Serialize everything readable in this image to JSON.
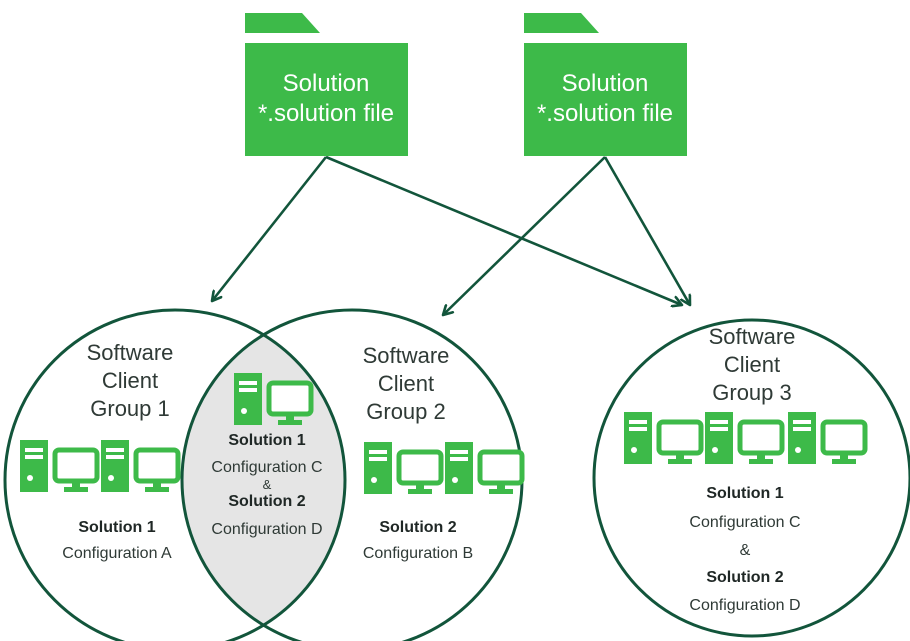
{
  "colors": {
    "green": "#3dba49",
    "dark_green": "#12553b",
    "intersection_fill": "#e5e5e5",
    "text": "#2f3a36"
  },
  "folders": [
    {
      "name": "Solution",
      "file": "*.solution file",
      "icon": "folder-icon"
    },
    {
      "name": "Solution",
      "file": "*.solution file",
      "icon": "folder-icon"
    }
  ],
  "groups": [
    {
      "title": [
        "Software",
        "Client",
        "Group 1"
      ],
      "solution": "Solution 1",
      "configuration": "Configuration A",
      "computer_icons": 2
    },
    {
      "title": [
        "Software",
        "Client",
        "Group 2"
      ],
      "solution": "Solution 2",
      "configuration": "Configuration B",
      "computer_icons": 2
    },
    {
      "title": [
        "Software",
        "Client",
        "Group 3"
      ],
      "solutions": [
        {
          "name": "Solution 1",
          "configuration": "Configuration C"
        },
        {
          "name": "Solution 2",
          "configuration": "Configuration D"
        }
      ],
      "separator": "&",
      "computer_icons": 3
    }
  ],
  "overlap": {
    "solutions": [
      {
        "name": "Solution 1",
        "configuration": "Configuration C"
      },
      {
        "name": "Solution 2",
        "configuration": "Configuration D"
      }
    ],
    "separator": "&",
    "computer_icons": 1
  }
}
